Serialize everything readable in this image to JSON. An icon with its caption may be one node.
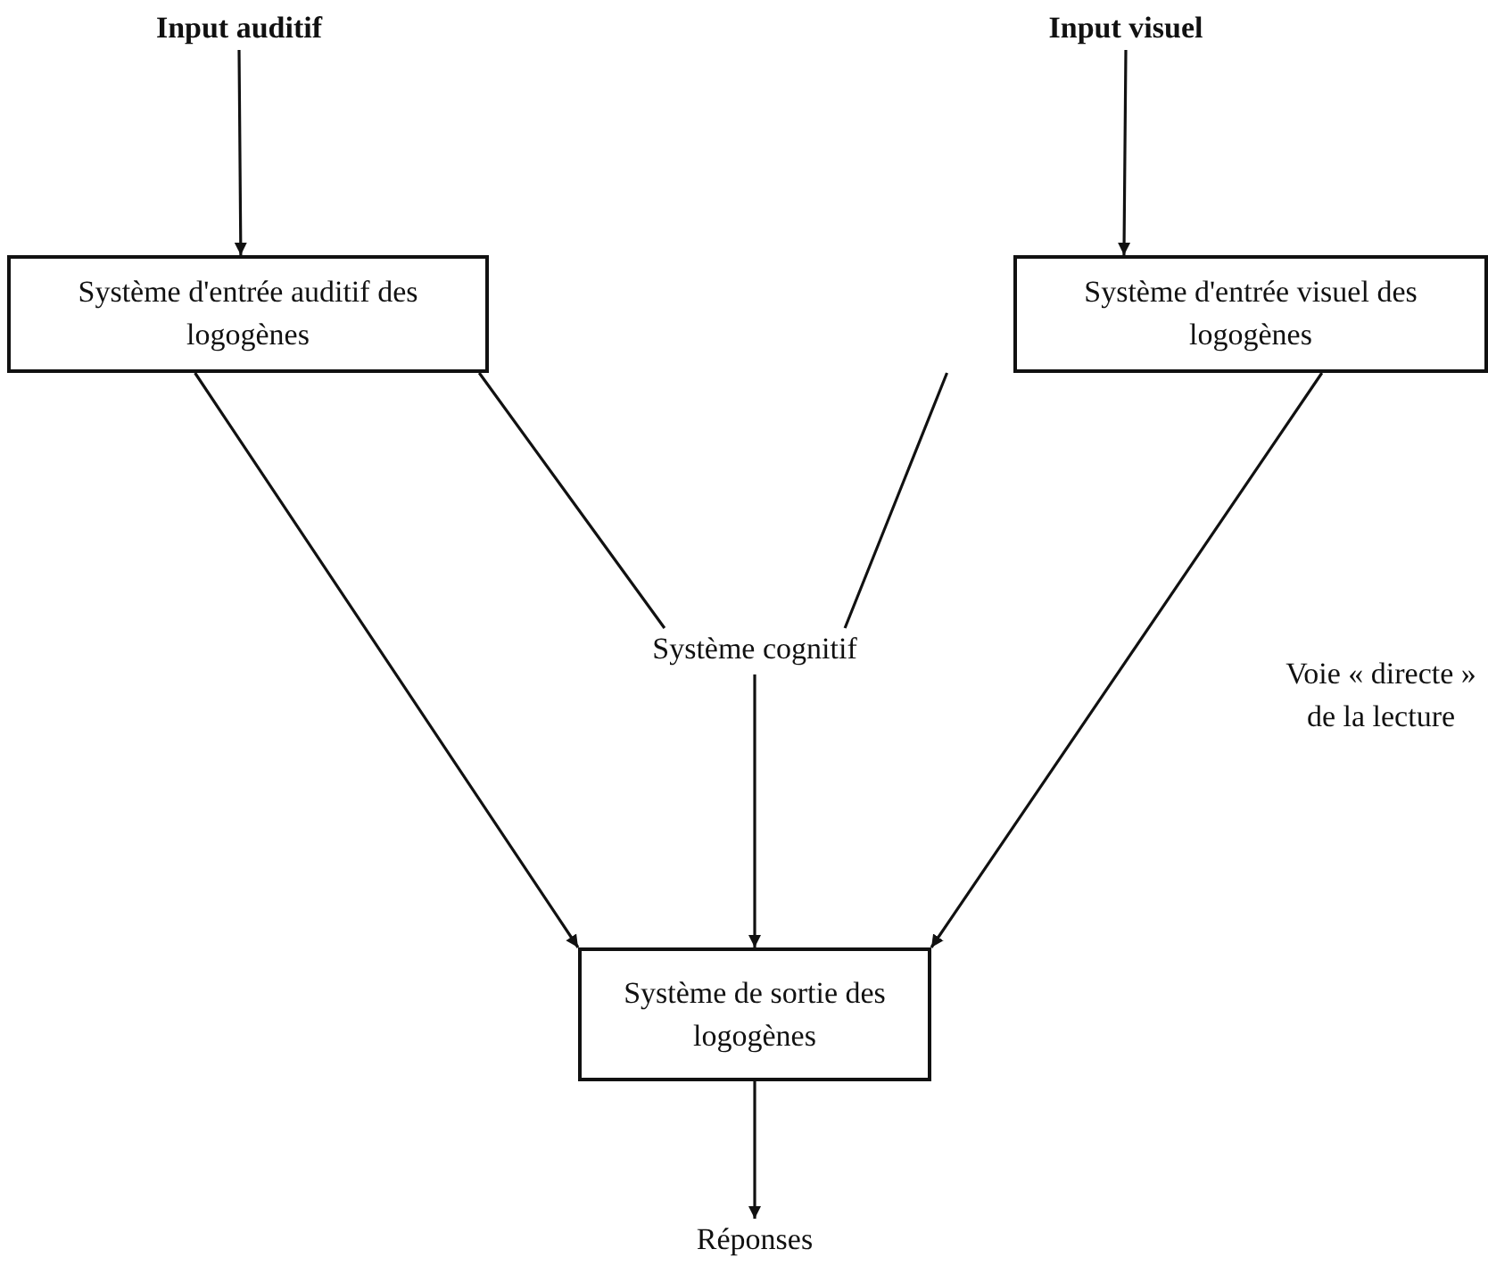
{
  "diagram": {
    "nodes": [
      {
        "text": [
          "Input auditif"
        ]
      },
      {
        "text": [
          "Système d'entrée auditif des logogènes"
        ]
      },
      {
        "text": [
          "Input visuel"
        ]
      },
      {
        "text": [
          "Système d'entrée visuel des logogènes"
        ]
      },
      {
        "text": [
          "Système cognitif"
        ]
      },
      {
        "text": [
          "Système de sortie des logogènes"
        ]
      },
      {
        "text": [
          "Réponses"
        ]
      }
    ],
    "edges": [
      {
        "from": 0,
        "to": 1,
        "arrow": "to"
      },
      {
        "from": 1,
        "to": 5,
        "arrow": "to"
      },
      {
        "from": 1,
        "to": 4,
        "arrow": "none"
      },
      {
        "from": 3,
        "to": 4,
        "arrow": "none"
      },
      {
        "from": 3,
        "to": 5,
        "arrow": "to"
      },
      {
        "from": 4,
        "to": 5,
        "arrow": "to"
      },
      {
        "from": 5,
        "to": 6,
        "arrow": "to"
      },
      {
        "from": 2,
        "to": 3,
        "arrow": "to"
      }
    ],
    "labels": [
      "Voie « directe » de la lecture"
    ]
  }
}
